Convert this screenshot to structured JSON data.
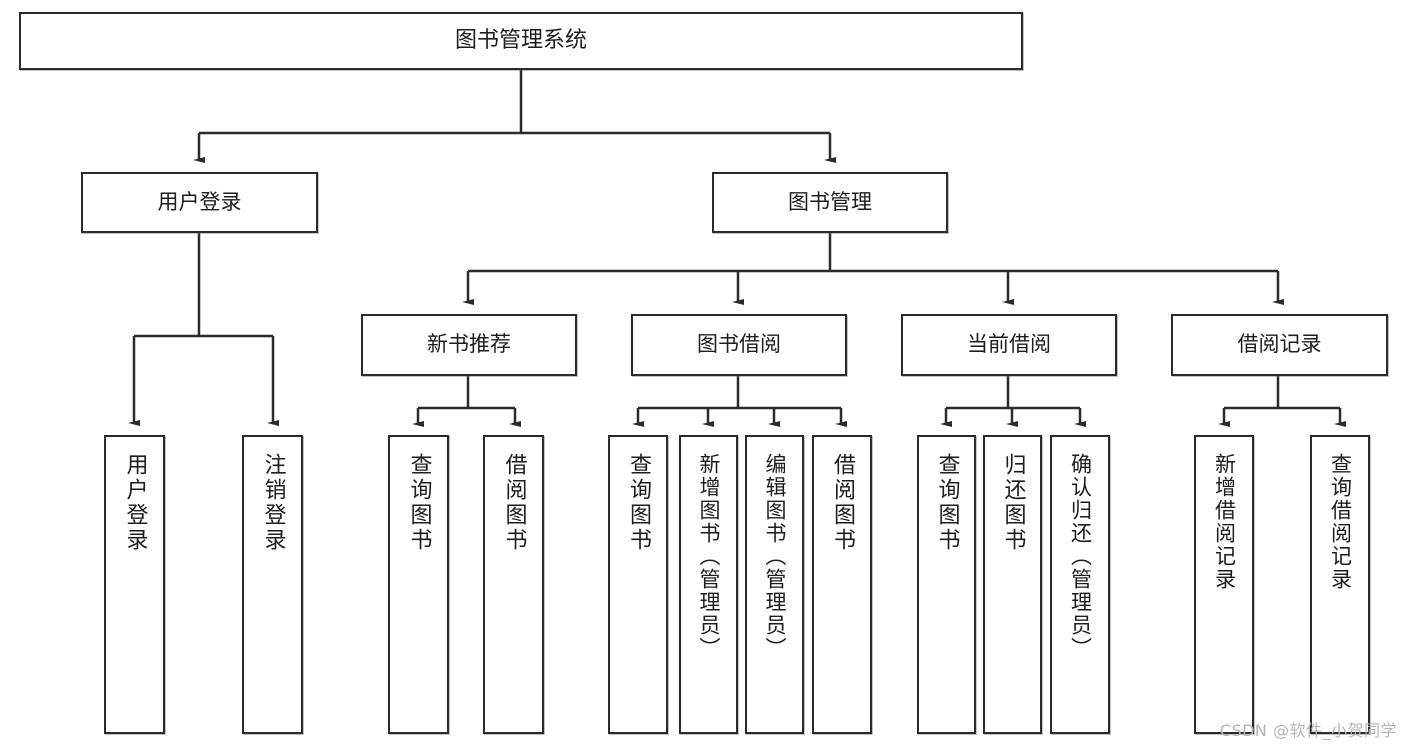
{
  "diagram": {
    "title": "图书管理系统",
    "type": "hierarchy-tree",
    "watermark": "CSDN @软件_小贺同学",
    "colors": {
      "box_border": "#2b2b2b",
      "box_fill": "#ffffff",
      "connector": "#2b2b2b",
      "text": "#1d1d1d",
      "watermark": "#b4b4b4"
    },
    "nodes": {
      "root": {
        "label": "图书管理系统"
      },
      "level1": [
        {
          "label": "用户登录"
        },
        {
          "label": "图书管理"
        }
      ],
      "level2": [
        {
          "label": "新书推荐"
        },
        {
          "label": "图书借阅"
        },
        {
          "label": "当前借阅"
        },
        {
          "label": "借阅记录"
        }
      ],
      "leaves": {
        "user_login": [
          {
            "label": "用户登录"
          },
          {
            "label": "注销登录"
          }
        ],
        "new_book_recommend": [
          {
            "label": "查询图书"
          },
          {
            "label": "借阅图书"
          }
        ],
        "book_borrow": [
          {
            "label": "查询图书"
          },
          {
            "label": "新增图书（管理员）"
          },
          {
            "label": "编辑图书（管理员）"
          },
          {
            "label": "借阅图书"
          }
        ],
        "current_borrow": [
          {
            "label": "查询图书"
          },
          {
            "label": "归还图书"
          },
          {
            "label": "确认归还（管理员）"
          }
        ],
        "borrow_record": [
          {
            "label": "新增借阅记录"
          },
          {
            "label": "查询借阅记录"
          }
        ]
      }
    }
  }
}
